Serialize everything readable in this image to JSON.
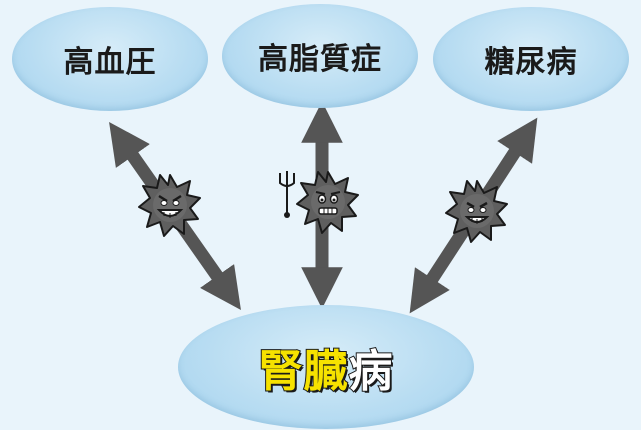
{
  "diagram": {
    "top_nodes": [
      {
        "label": "高血圧"
      },
      {
        "label": "高脂質症"
      },
      {
        "label": "糖尿病"
      }
    ],
    "bottom_node": {
      "label_highlight": "腎臓",
      "label_rest": "病"
    },
    "colors": {
      "background": "#e9f4fb",
      "ellipse": "#b9ddf2",
      "arrow": "#555555",
      "highlight_text": "#f6e200",
      "germ": "#5f5f5f"
    },
    "icons": [
      "double-arrow-icon",
      "germ-icon",
      "trident-icon"
    ]
  }
}
